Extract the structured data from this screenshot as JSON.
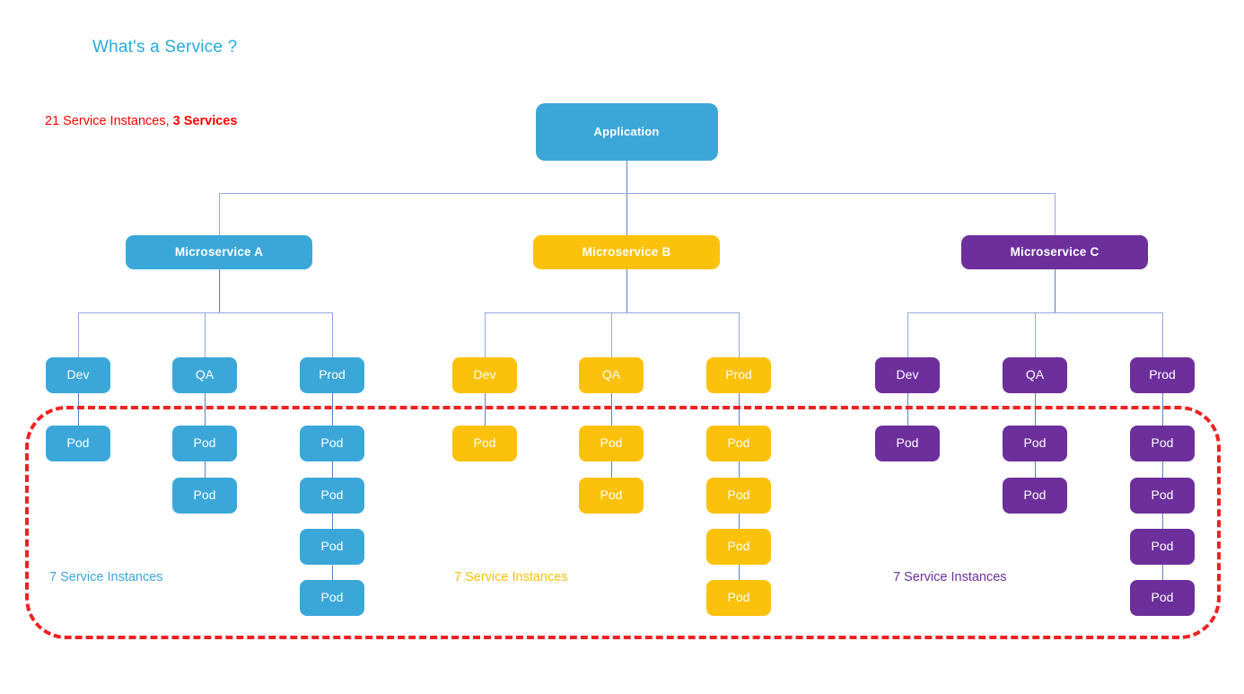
{
  "page": {
    "title": "What's a Service ?",
    "summary_prefix": "21 Service Instances, ",
    "summary_strong": "3 Services"
  },
  "colors": {
    "title": "#27a9e1",
    "summary": "#ff0000",
    "blue": "#3ba7d9",
    "amber": "#fcc10b",
    "purple": "#6d2f9c",
    "connector": "#5b7fc4",
    "highlight": "#ee2222"
  },
  "root": {
    "label": "Application",
    "color": "#3ba7d9"
  },
  "microservices": [
    {
      "id": "a",
      "label": "Microservice A",
      "color": "#3ba7d9",
      "instances_label": "7 Service Instances",
      "environments": [
        {
          "label": "Dev",
          "pods": [
            "Pod"
          ]
        },
        {
          "label": "QA",
          "pods": [
            "Pod",
            "Pod"
          ]
        },
        {
          "label": "Prod",
          "pods": [
            "Pod",
            "Pod",
            "Pod",
            "Pod"
          ]
        }
      ]
    },
    {
      "id": "b",
      "label": "Microservice B",
      "color": "#fcc10b",
      "instances_label": "7 Service Instances",
      "environments": [
        {
          "label": "Dev",
          "pods": [
            "Pod"
          ]
        },
        {
          "label": "QA",
          "pods": [
            "Pod",
            "Pod"
          ]
        },
        {
          "label": "Prod",
          "pods": [
            "Pod",
            "Pod",
            "Pod",
            "Pod"
          ]
        }
      ]
    },
    {
      "id": "c",
      "label": "Microservice C",
      "color": "#6d2f9c",
      "instances_label": "7 Service Instances",
      "environments": [
        {
          "label": "Dev",
          "pods": [
            "Pod"
          ]
        },
        {
          "label": "QA",
          "pods": [
            "Pod",
            "Pod"
          ]
        },
        {
          "label": "Prod",
          "pods": [
            "Pod",
            "Pod",
            "Pod",
            "Pod"
          ]
        }
      ]
    }
  ]
}
